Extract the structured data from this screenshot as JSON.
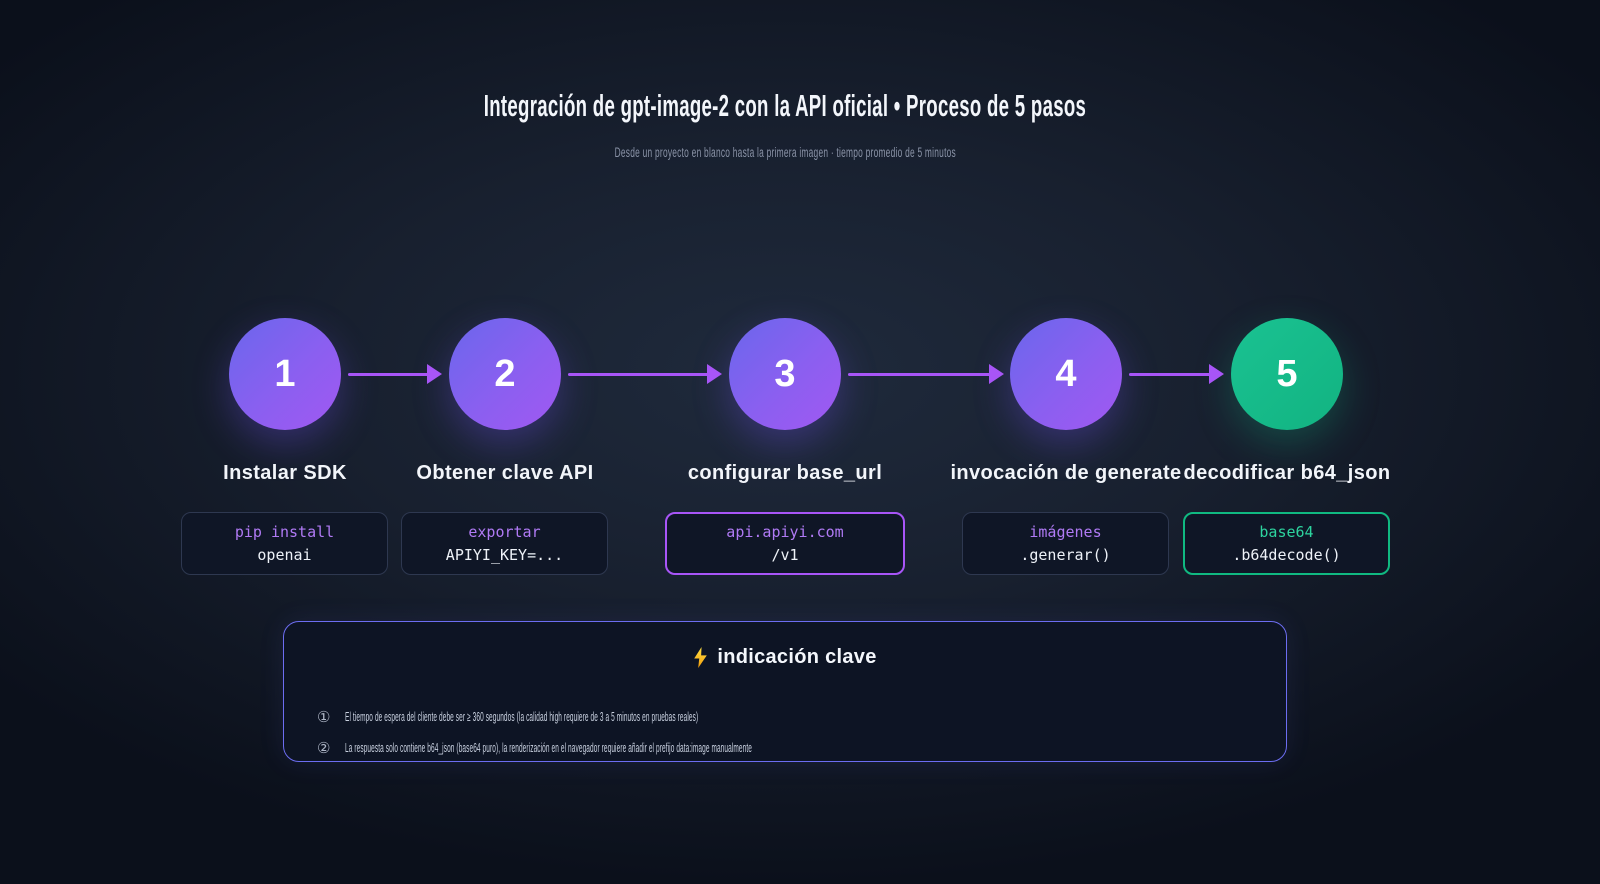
{
  "header": {
    "title": "Integración de gpt-image-2 con la API oficial • Proceso de 5 pasos",
    "subtitle": "Desde un proyecto en blanco hasta la primera imagen · tiempo promedio de 5 minutos"
  },
  "steps": [
    {
      "number": "1",
      "label": "Instalar SDK",
      "code_line1": "pip install",
      "code_line2": "openai"
    },
    {
      "number": "2",
      "label": "Obtener clave API",
      "code_line1": "exportar",
      "code_line2": "APIYI_KEY=..."
    },
    {
      "number": "3",
      "label": "configurar base_url",
      "code_line1": "api.apiyi.com",
      "code_line2": "/v1"
    },
    {
      "number": "4",
      "label": "invocación de generate",
      "code_line1": "imágenes",
      "code_line2": ".generar()"
    },
    {
      "number": "5",
      "label": "decodificar b64_json",
      "code_line1": "base64",
      "code_line2": ".b64decode()"
    }
  ],
  "note": {
    "title": "indicación clave",
    "items": [
      {
        "bullet": "①",
        "text": "El tiempo de espera del cliente debe ser ≥ 360 segundos (la calidad high requiere de 3 a 5 minutos en pruebas reales)"
      },
      {
        "bullet": "②",
        "text": "La respuesta solo contiene b64_json (base64 puro), la renderización en el navegador requiere añadir el prefijo data:image manualmente"
      }
    ]
  },
  "colors": {
    "circle_gradient_start": "#6a67ec",
    "circle_gradient_end": "#a158f2",
    "circle_green": "#14b886",
    "arrow_purple": "#a855f7",
    "code_accent_purple": "#b07af5",
    "code_accent_green": "#2dd49f",
    "note_border": "#6c6df1",
    "bolt_yellow": "#fbbf24"
  }
}
